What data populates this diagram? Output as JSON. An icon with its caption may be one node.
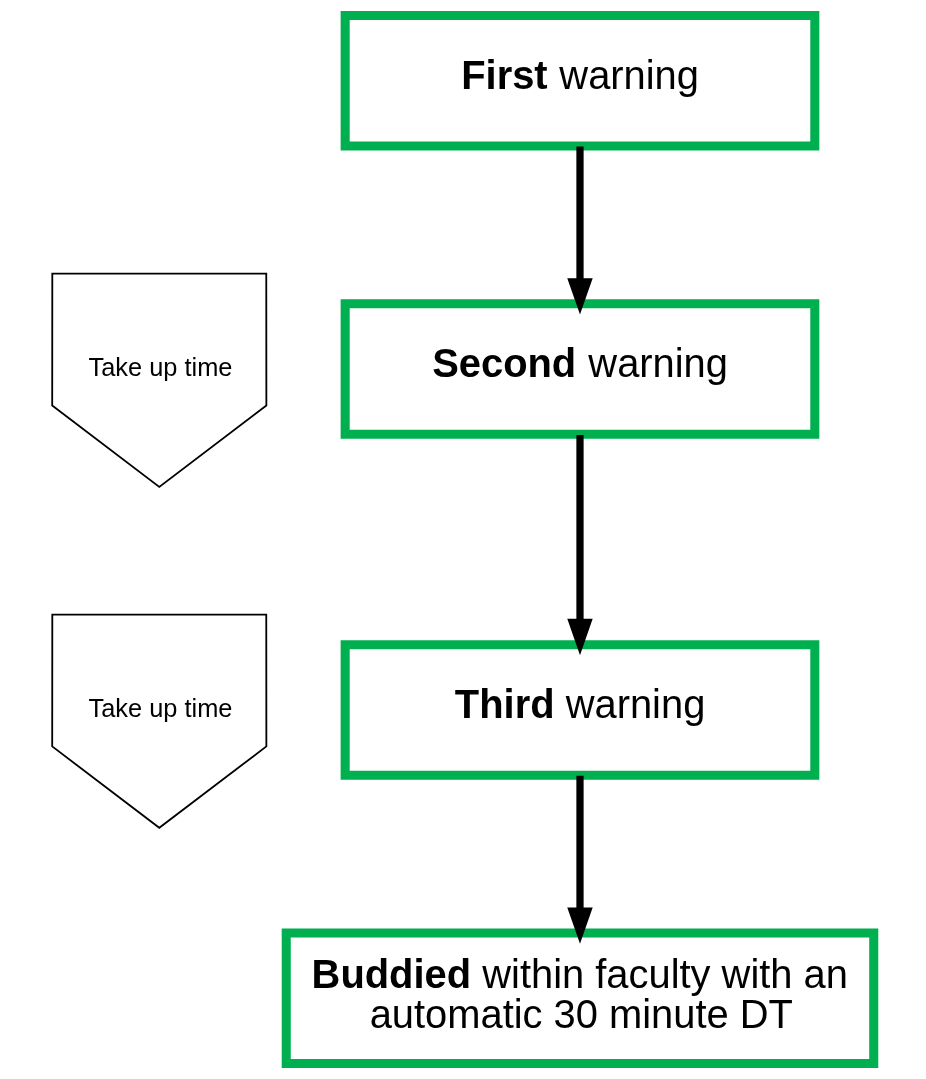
{
  "diagram": {
    "nodes": [
      {
        "text": [
          "**First** warning"
        ]
      },
      {
        "text": [
          "**Second** warning"
        ]
      },
      {
        "text": [
          "**Third** warning"
        ]
      },
      {
        "text": [
          "**Buddied** within faculty with an automatic 30 minute DT"
        ]
      },
      {
        "text": [
          "Take up time"
        ]
      },
      {
        "text": [
          "Take up time"
        ]
      }
    ],
    "edges": [
      {
        "from": 0,
        "to": 1,
        "arrow": "to"
      },
      {
        "from": 1,
        "to": 2,
        "arrow": "to"
      },
      {
        "from": 2,
        "to": 3,
        "arrow": "to"
      }
    ]
  }
}
